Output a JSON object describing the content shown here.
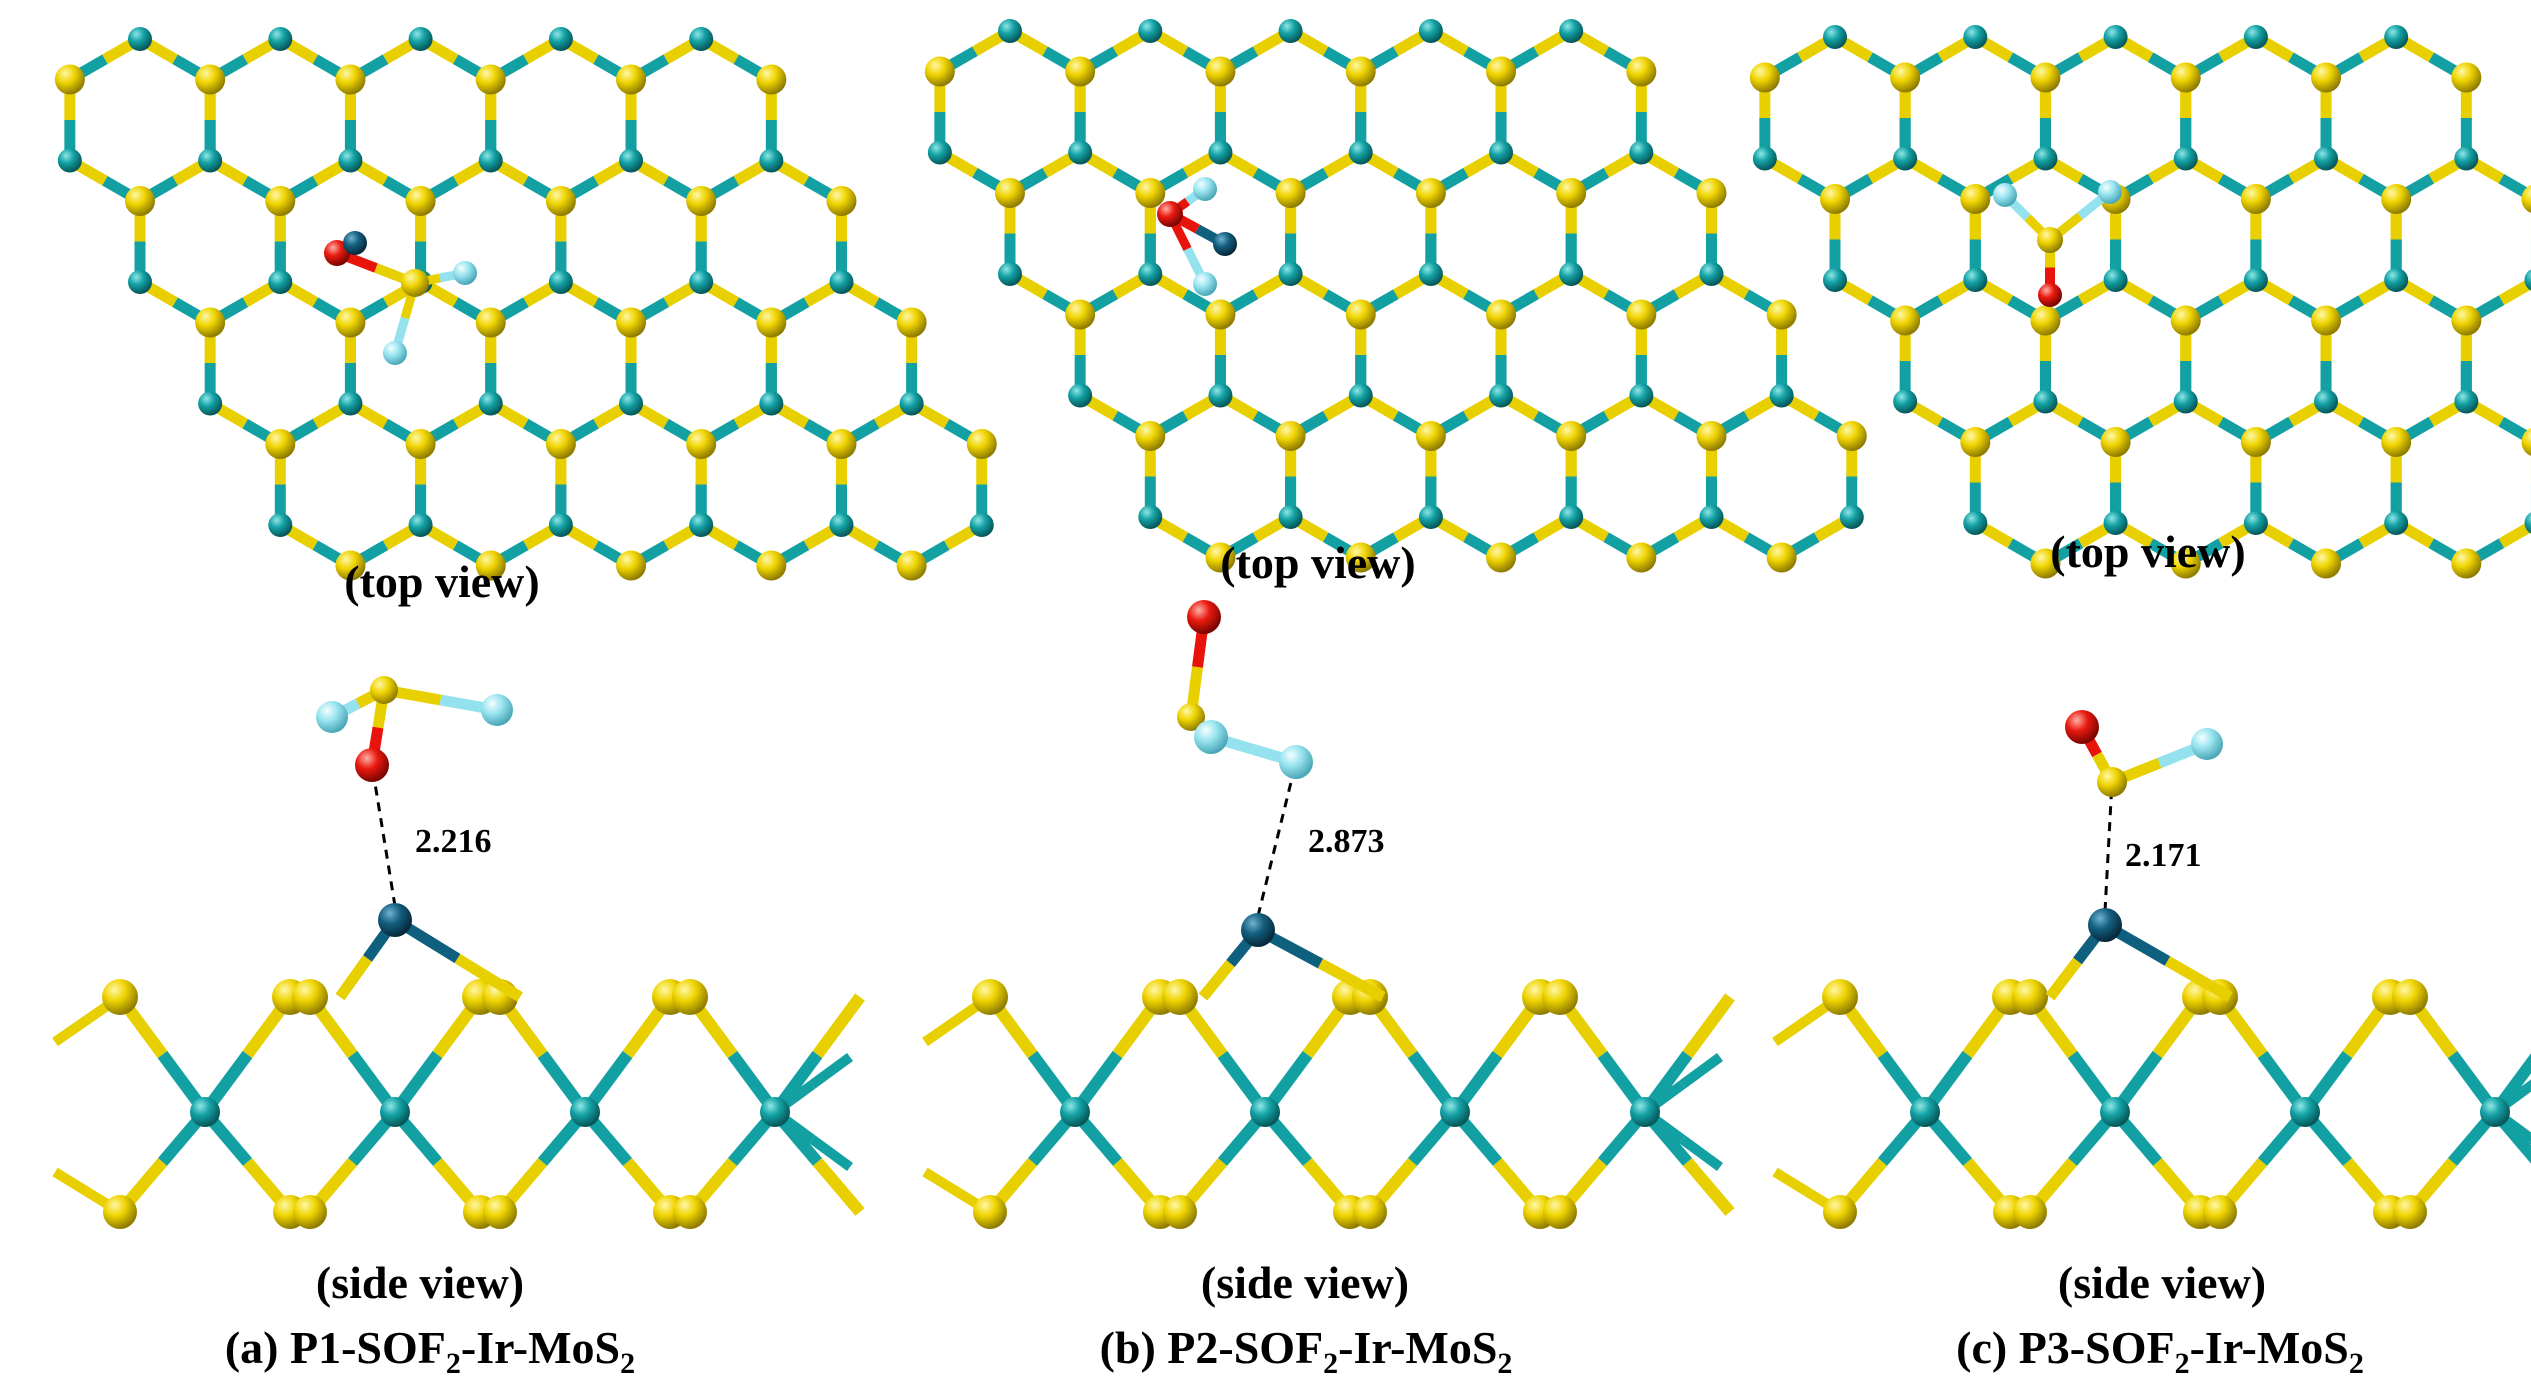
{
  "colors": {
    "sulfur": "#e8cf00",
    "molybdenum": "#12a0a3",
    "iridium": "#0f5f7f",
    "oxygen": "#e8140c",
    "fluorine": "#93e2ee",
    "background": "#ffffff"
  },
  "panels": [
    {
      "top_view_label": "(top view)",
      "side_view_label": "(side view)",
      "caption_prefix": "(a) P1-SOF",
      "caption_sub": "2",
      "caption_suffix": "-Ir-MoS",
      "caption_sub2": "2",
      "distance": "2.216",
      "molecule": "P1"
    },
    {
      "top_view_label": "(top view)",
      "side_view_label": "(side view)",
      "caption_prefix": "(b) P2-SOF",
      "caption_sub": "2",
      "caption_suffix": "-Ir-MoS",
      "caption_sub2": "2",
      "distance": "2.873",
      "molecule": "P2"
    },
    {
      "top_view_label": "(top view)",
      "side_view_label": "(side view)",
      "caption_prefix": "(c) P3-SOF",
      "caption_sub": "2",
      "caption_suffix": "-Ir-MoS",
      "caption_sub2": "2",
      "distance": "2.171",
      "molecule": "P3"
    }
  ]
}
